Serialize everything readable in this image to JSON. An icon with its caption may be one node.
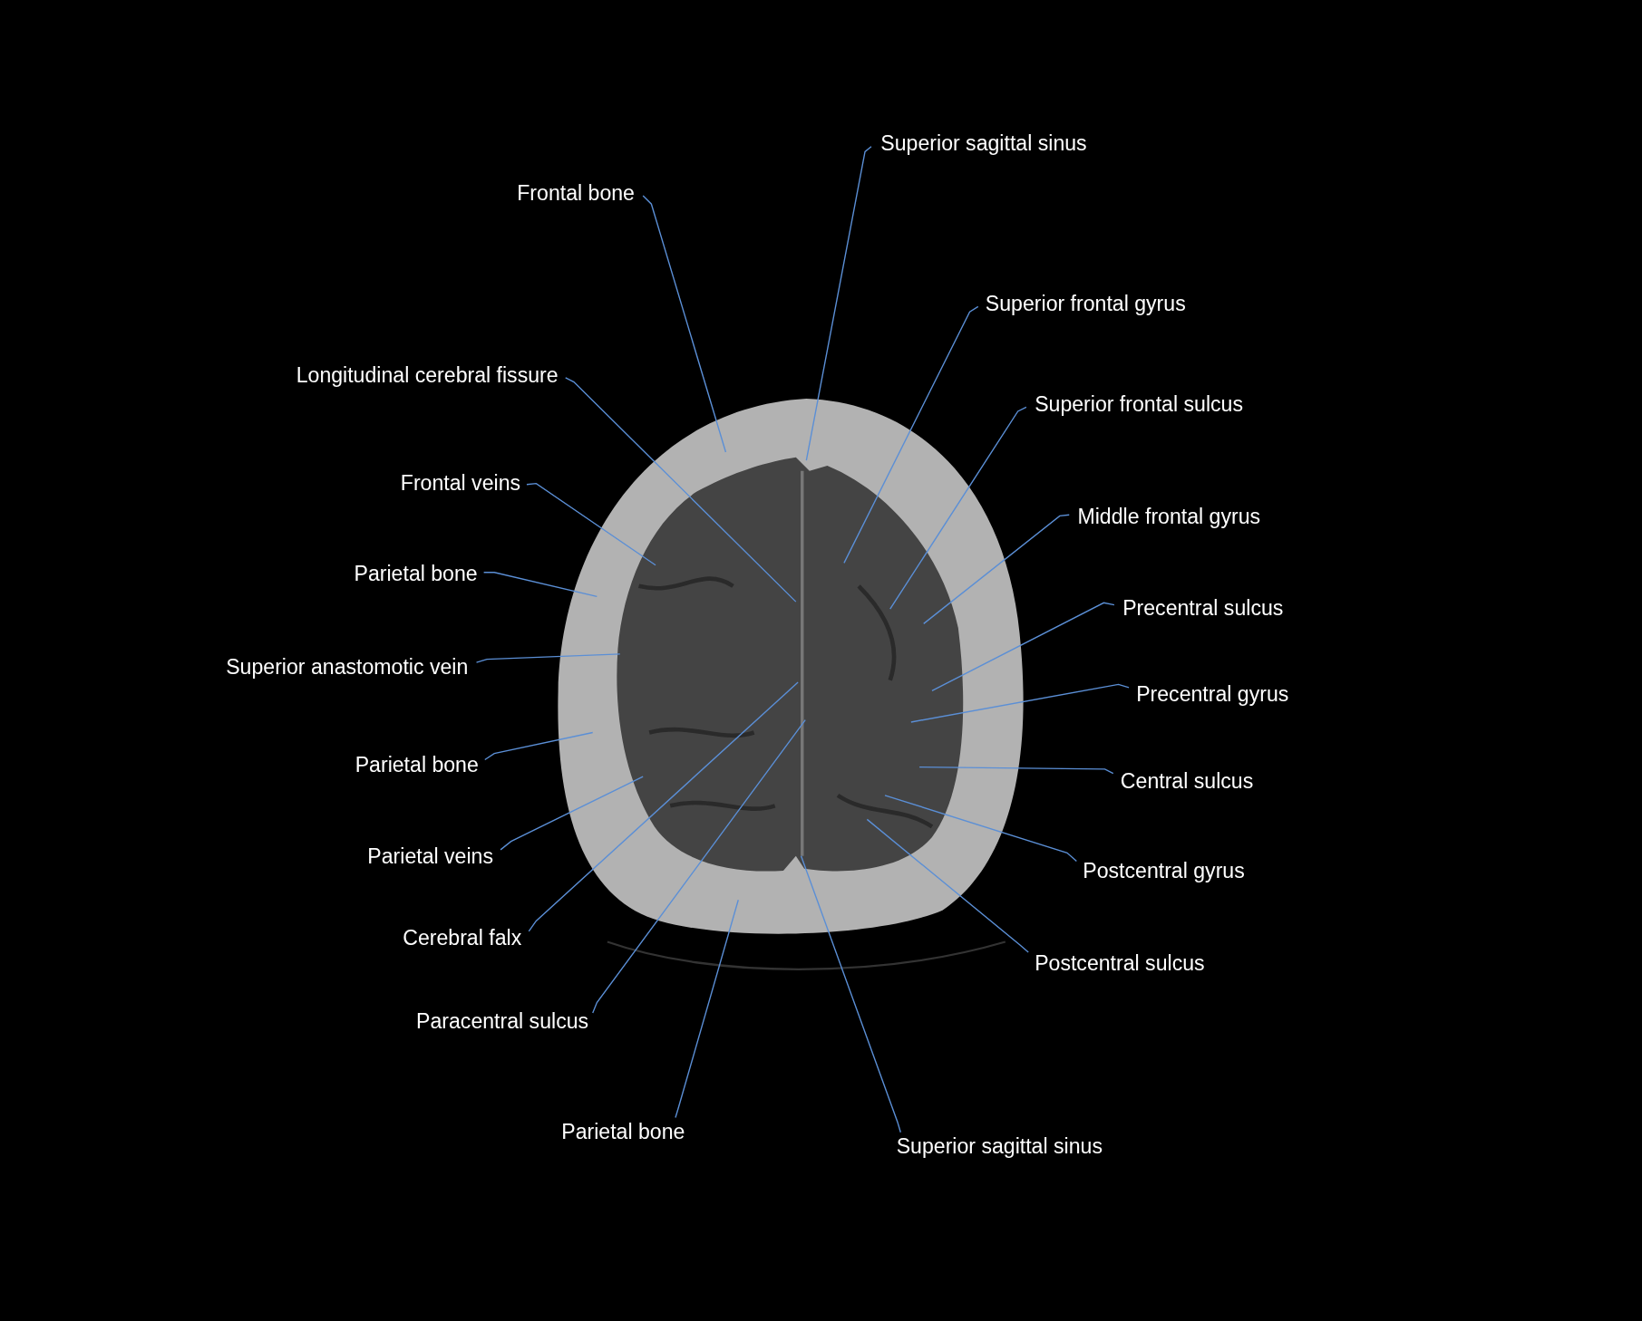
{
  "diagram": {
    "nodes": [
      {
        "text": [
          "Superior sagittal sinus"
        ]
      },
      {
        "text": [
          "Frontal bone"
        ]
      },
      {
        "text": [
          "Superior frontal gyrus"
        ]
      },
      {
        "text": [
          "Longitudinal cerebral fissure"
        ]
      },
      {
        "text": [
          "Superior frontal sulcus"
        ]
      },
      {
        "text": [
          "Frontal veins"
        ]
      },
      {
        "text": [
          "Middle frontal gyrus"
        ]
      },
      {
        "text": [
          "Parietal bone"
        ]
      },
      {
        "text": [
          "Precentral sulcus"
        ]
      },
      {
        "text": [
          "Superior anastomotic vein"
        ]
      },
      {
        "text": [
          "Precentral gyrus"
        ]
      },
      {
        "text": [
          "Parietal bone"
        ]
      },
      {
        "text": [
          "Central sulcus"
        ]
      },
      {
        "text": [
          "Parietal veins"
        ]
      },
      {
        "text": [
          "Postcentral gyrus"
        ]
      },
      {
        "text": [
          "Cerebral falx"
        ]
      },
      {
        "text": [
          "Postcentral sulcus"
        ]
      },
      {
        "text": [
          "Paracentral sulcus"
        ]
      },
      {
        "text": [
          "Parietal bone"
        ]
      },
      {
        "text": [
          "Superior sagittal sinus"
        ]
      }
    ],
    "edges": [
      {
        "from": 0,
        "to": null,
        "arrow": "none"
      },
      {
        "from": 1,
        "to": null,
        "arrow": "none"
      },
      {
        "from": 2,
        "to": null,
        "arrow": "none"
      },
      {
        "from": 3,
        "to": null,
        "arrow": "none"
      },
      {
        "from": 4,
        "to": null,
        "arrow": "none"
      },
      {
        "from": 5,
        "to": null,
        "arrow": "none"
      },
      {
        "from": 6,
        "to": null,
        "arrow": "none"
      },
      {
        "from": 7,
        "to": null,
        "arrow": "none"
      },
      {
        "from": 8,
        "to": null,
        "arrow": "none"
      },
      {
        "from": 9,
        "to": null,
        "arrow": "none"
      },
      {
        "from": 10,
        "to": null,
        "arrow": "none"
      },
      {
        "from": 11,
        "to": null,
        "arrow": "none"
      },
      {
        "from": 12,
        "to": null,
        "arrow": "none"
      },
      {
        "from": 13,
        "to": null,
        "arrow": "none"
      },
      {
        "from": 14,
        "to": null,
        "arrow": "none"
      },
      {
        "from": 15,
        "to": null,
        "arrow": "none"
      },
      {
        "from": 16,
        "to": null,
        "arrow": "none"
      },
      {
        "from": 17,
        "to": null,
        "arrow": "none"
      },
      {
        "from": 18,
        "to": null,
        "arrow": "none"
      },
      {
        "from": 19,
        "to": null,
        "arrow": "none"
      }
    ]
  }
}
